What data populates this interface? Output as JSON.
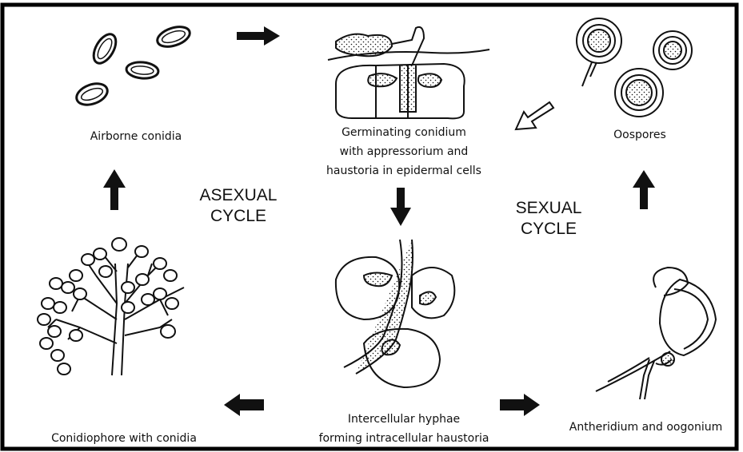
{
  "diagram": {
    "labels": {
      "airborne_conidia": "Airborne conidia",
      "germinating_1": "Germinating conidium",
      "germinating_2": "with appressorium and",
      "germinating_3": "haustoria in epidermal cells",
      "oospores": "Oospores",
      "conidiophore": "Conidiophore with conidia",
      "intercellular_1": "Intercellular hyphae",
      "intercellular_2": "forming intracellular haustoria",
      "antheridium": "Antheridium and oogonium",
      "asexual_1": "ASEXUAL",
      "asexual_2": "CYCLE",
      "sexual_1": "SEXUAL",
      "sexual_2": "CYCLE"
    },
    "colors": {
      "ink": "#111111",
      "background": "#ffffff"
    }
  }
}
